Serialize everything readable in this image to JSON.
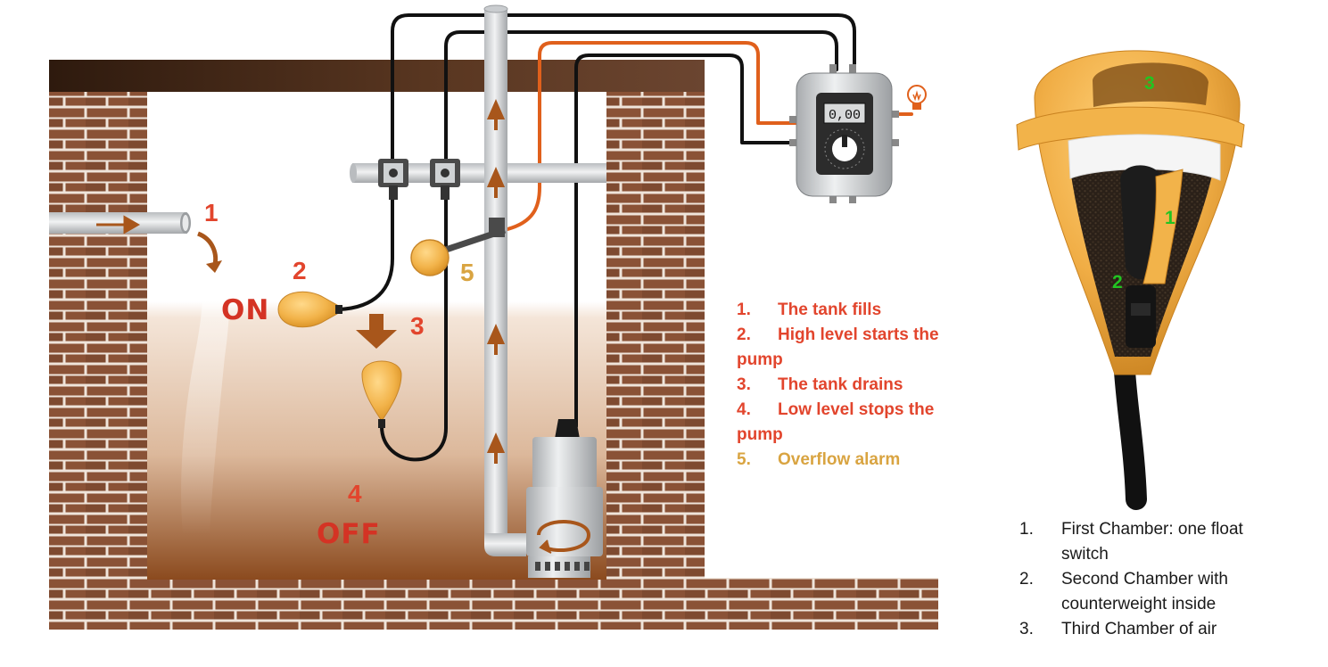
{
  "steps": {
    "s1": "1",
    "s2": "2",
    "s3": "3",
    "s4": "4",
    "s5": "5",
    "on": "ON",
    "off": "OFF"
  },
  "controller": {
    "display": "0,00"
  },
  "legend_steps": [
    {
      "num": "1.",
      "text": "The tank fills"
    },
    {
      "num": "2.",
      "text": "High level starts the pump"
    },
    {
      "num": "3.",
      "text": "The tank drains"
    },
    {
      "num": "4.",
      "text": "Low level stops the pump"
    },
    {
      "num": "5.",
      "text": "Overflow alarm"
    }
  ],
  "float_switch": {
    "chamber_labels": [
      "1",
      "2",
      "3"
    ]
  },
  "legend_chambers": [
    {
      "num": "1.",
      "text": "First Chamber: one float switch"
    },
    {
      "num": "2.",
      "text": "Second Chamber with counterweight inside"
    },
    {
      "num": "3.",
      "text": "Third Chamber of air"
    }
  ],
  "colors": {
    "brick": "#8a5236",
    "mortar": "#f0e6dc",
    "beam": "#4a2c18",
    "water_top": "#f3e3d6",
    "water_bottom": "#8b4a1e",
    "step_red": "#e2452d",
    "alarm_gold": "#d9a441",
    "arrow_brown": "#a8561b",
    "float_orange": "#f2b34a",
    "wire_orange": "#e0601c",
    "chamber_green": "#22c422"
  },
  "icons": [
    "inflow-pipe-icon",
    "flow-arrow-icon",
    "float-switch-icon",
    "controller-box-icon",
    "light-bulb-icon",
    "submersible-pump-icon",
    "rotation-arrow-icon",
    "pipe-clamp-icon"
  ]
}
